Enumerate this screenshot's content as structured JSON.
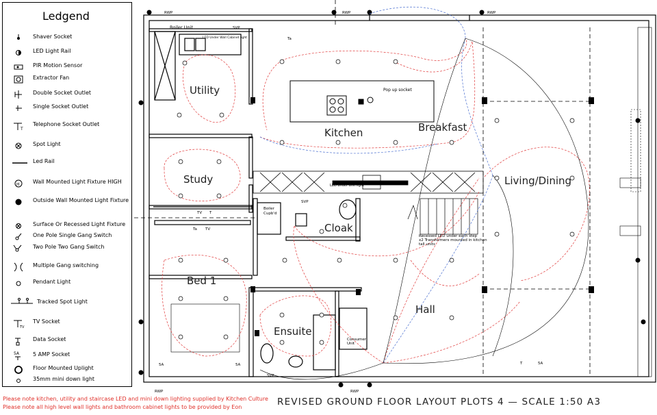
{
  "legend": {
    "title": "Ledgend",
    "items": [
      {
        "label": "Shaver Socket",
        "icon": "shaver-socket-icon"
      },
      {
        "label": "LED Light Rail",
        "icon": "led-light-rail-icon"
      },
      {
        "label": "PIR Motion Sensor",
        "icon": "pir-sensor-icon"
      },
      {
        "label": "Extractor Fan",
        "icon": "extractor-fan-icon"
      },
      {
        "label": "Double Socket Outlet",
        "icon": "double-socket-icon"
      },
      {
        "label": "Single Socket Outlet",
        "icon": "single-socket-icon"
      },
      {
        "label": "Telephone Socket Outlet",
        "icon": "telephone-socket-icon"
      },
      {
        "label": "Spot Light",
        "icon": "spot-light-icon"
      },
      {
        "label": "Led Rail",
        "icon": "led-rail-icon"
      },
      {
        "label": "Wall Mounted Light Fixture HIGH",
        "icon": "wall-light-high-icon"
      },
      {
        "label": "Outside Wall Mounted Light Fixture",
        "icon": "outside-wall-light-icon"
      },
      {
        "label": "Surface Or Recessed Light Fixture",
        "icon": "recessed-light-icon"
      },
      {
        "label": "One Pole Single Gang Switch",
        "icon": "single-gang-switch-icon"
      },
      {
        "label": "Two Pole Two Gang Switch",
        "icon": "two-gang-switch-icon"
      },
      {
        "label": "Multiple Gang switching",
        "icon": "multi-gang-switch-icon"
      },
      {
        "label": "Pendant Light",
        "icon": "pendant-light-icon"
      },
      {
        "label": "Tracked Spot Light",
        "icon": "tracked-spot-icon"
      },
      {
        "label": "TV Socket",
        "icon": "tv-socket-icon"
      },
      {
        "label": "Data Socket",
        "icon": "data-socket-icon"
      },
      {
        "label": "5 AMP Socket",
        "icon": "five-amp-socket-icon"
      },
      {
        "label": "Floor Mounted Uplight",
        "icon": "floor-uplight-icon"
      },
      {
        "label": "35mm mini down light",
        "icon": "mini-downlight-icon"
      }
    ]
  },
  "rooms": {
    "utility": "Utility",
    "kitchen": "Kitchen",
    "breakfast": "Breakfast",
    "living_dining": "Living/Dining",
    "study": "Study",
    "cloak": "Cloak",
    "bed1": "Bed 1",
    "hall": "Hall",
    "ensuite": "Ensuite"
  },
  "annotations": {
    "boiler_unit": "Boiler Unit",
    "led_cabinet": "LED Under Wall Cabinet light",
    "pop_up_socket": "Pop up socket",
    "led_under_unit": "LED under unit light",
    "boiler_cupbd_1": "Boiler",
    "boiler_cupbd_2": "Cupb'd",
    "svp": "SVP",
    "rwp": "RWP",
    "stair_note_1": "Recessed LED under each step",
    "stair_note_2": "x2 Transformers mounted in kitchen",
    "stair_note_3": "tall units",
    "consumer_unit_1": "Consumer",
    "consumer_unit_2": "Unit",
    "tv": "TV",
    "t": "T",
    "ta": "Ta",
    "five_a": "5A"
  },
  "notes": [
    "Please note kitchen, utility and staircase LED and mini down lighting supplied by Kitchen Culture",
    "Please note all high level wall lights and bathroom cabinet lights to be provided by Eon"
  ],
  "footer": {
    "title": "REVISED GROUND FLOOR LAYOUT PLOTS 4  —  SCALE 1:50 A3"
  },
  "colors": {
    "wiring_red": "#e03a3a",
    "wiring_blue": "#4a6fd0",
    "note_red": "#e0302a",
    "wall": "#000000"
  }
}
